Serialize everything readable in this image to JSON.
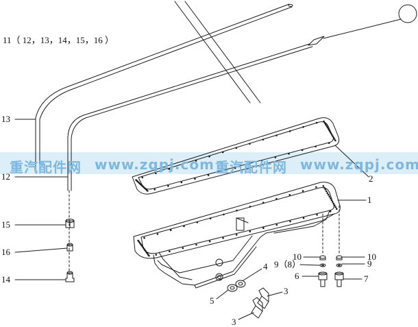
{
  "diagram": {
    "assembly_label": "11（ 12，13，14，15，16 ）",
    "callouts": {
      "c1": "1",
      "c2": "2",
      "c3a": "3",
      "c3b": "3",
      "c4": "4",
      "c5": "5",
      "c6": "6",
      "c7": "7",
      "c8": "9（8）",
      "c9": "9",
      "c10a": "10",
      "c10b": "10",
      "c12": "12",
      "c13": "13",
      "c14": "14",
      "c15": "15",
      "c16": "16"
    },
    "watermark": {
      "left_cn": "重汽配件网",
      "left_url": "www.zqpj.com",
      "right_cn": "重汽配件网",
      "right_url": "www.zqpj.com",
      "band_color": "#d6ecf8",
      "text_color": "#7fb7de"
    },
    "line_color": "#1a1a1a"
  }
}
